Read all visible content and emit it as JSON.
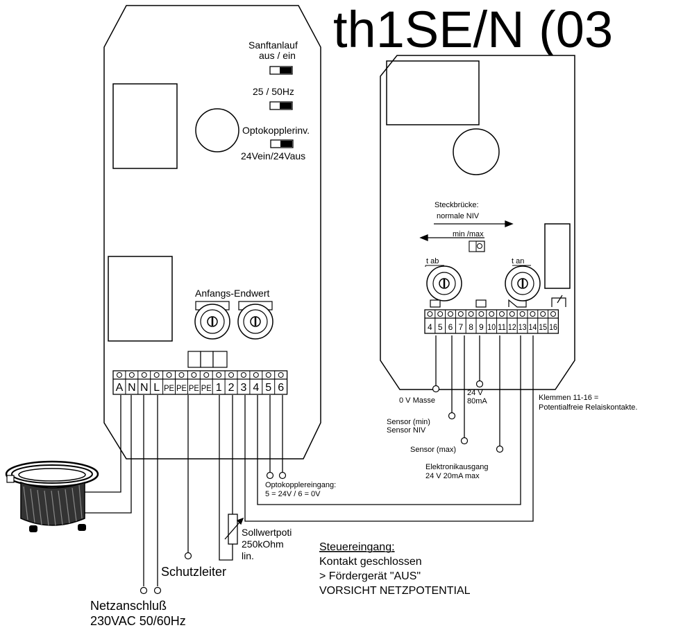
{
  "title": "th1SE/N (03",
  "left_board": {
    "soft_start": {
      "line1": "Sanftanlauf",
      "line2": "aus / ein"
    },
    "freq": "25 / 50Hz",
    "opto_inv": "Optokopplerinv.",
    "opto_24": "24Vein/24Vaus",
    "pot_label": "Anfangs-Endwert",
    "terminals": [
      "A",
      "N",
      "N",
      "L",
      "PE",
      "PE",
      "PE",
      "PE",
      "1",
      "2",
      "3",
      "4",
      "5",
      "6"
    ]
  },
  "right_board": {
    "bridge_title": "Steckbrücke:",
    "bridge_normal": "normale NIV",
    "bridge_minmax": "min /max",
    "pot_left": "t ab",
    "pot_right": "t an",
    "terminals": [
      "4",
      "5",
      "6",
      "7",
      "8",
      "9",
      "10",
      "11",
      "12",
      "13",
      "14",
      "15",
      "16"
    ]
  },
  "labels": {
    "masse": "0 V Masse",
    "v24": "24 V",
    "ma80": "80mA",
    "sensor_min": "Sensor (min)",
    "sensor_niv": "Sensor NIV",
    "sensor_max": "Sensor (max)",
    "elektronik1": "Elektronikausgang",
    "elektronik2": "24 V  20mA max",
    "klemmen1": "Klemmen 11-16 =",
    "klemmen2": "Potentialfreie Relaiskontakte.",
    "opto_in1": "Optokopplereingang:",
    "opto_in2": "5 = 24V / 6 = 0V",
    "poti1": "Sollwertpoti",
    "poti2": "250kOhm",
    "poti3": "lin.",
    "schutz": "Schutzleiter",
    "netz1": "Netzanschluß",
    "netz2": "230VAC  50/60Hz",
    "steuer_title": "Steuereingang:",
    "steuer1": "Kontakt geschlossen",
    "steuer2": "> Fördergerät \"AUS\"",
    "steuer3": "VORSICHT NETZPOTENTIAL"
  }
}
